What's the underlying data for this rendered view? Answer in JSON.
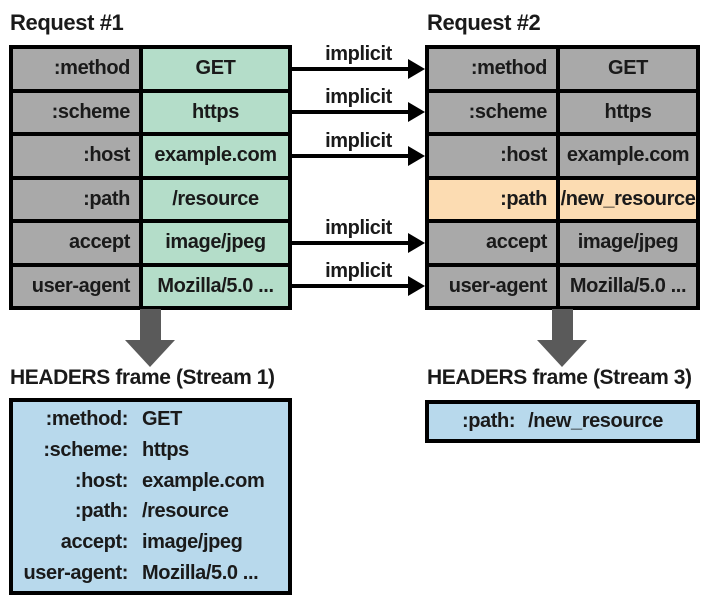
{
  "request1": {
    "title": "Request #1",
    "rows": [
      {
        "key": ":method",
        "value": "GET"
      },
      {
        "key": ":scheme",
        "value": "https"
      },
      {
        "key": ":host",
        "value": "example.com"
      },
      {
        "key": ":path",
        "value": "/resource"
      },
      {
        "key": "accept",
        "value": "image/jpeg"
      },
      {
        "key": "user-agent",
        "value": "Mozilla/5.0 ..."
      }
    ]
  },
  "request2": {
    "title": "Request #2",
    "rows": [
      {
        "key": ":method",
        "value": "GET",
        "highlight": false
      },
      {
        "key": ":scheme",
        "value": "https",
        "highlight": false
      },
      {
        "key": ":host",
        "value": "example.com",
        "highlight": false
      },
      {
        "key": ":path",
        "value": "/new_resource",
        "highlight": true
      },
      {
        "key": "accept",
        "value": "image/jpeg",
        "highlight": false
      },
      {
        "key": "user-agent",
        "value": "Mozilla/5.0 ...",
        "highlight": false
      }
    ]
  },
  "implicit_arrows": [
    {
      "label": "implicit"
    },
    {
      "label": "implicit"
    },
    {
      "label": "implicit"
    },
    {
      "label": "implicit"
    },
    {
      "label": "implicit"
    }
  ],
  "frame1": {
    "title": "HEADERS frame (Stream 1)",
    "lines": [
      {
        "key": ":method:",
        "value": "GET"
      },
      {
        "key": ":scheme:",
        "value": "https"
      },
      {
        "key": ":host:",
        "value": "example.com"
      },
      {
        "key": ":path:",
        "value": "/resource"
      },
      {
        "key": "accept:",
        "value": "image/jpeg"
      },
      {
        "key": "user-agent:",
        "value": "Mozilla/5.0 ..."
      }
    ]
  },
  "frame3": {
    "title": "HEADERS frame (Stream 3)",
    "lines": [
      {
        "key": ":path:",
        "value": "/new_resource"
      }
    ]
  },
  "colors": {
    "key_cell_gray": "#a9a9a9",
    "new_value_green": "#b4ddc9",
    "highlight_orange": "#fcdcb2",
    "frame_blue": "#b8d9ec",
    "arrow_black": "#000000",
    "down_arrow_gray": "#5a5a5a"
  }
}
